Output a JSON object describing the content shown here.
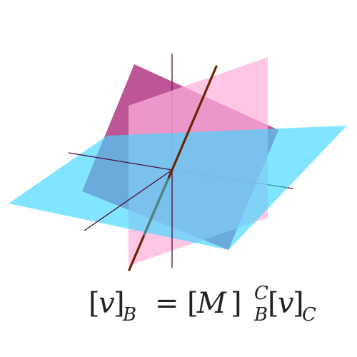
{
  "formula": {
    "open_bracket": "[",
    "vector": "v",
    "close_bracket": "]",
    "subscript_left": "B",
    "equals": "=",
    "matrix": "M",
    "matrix_superscript": "C",
    "matrix_subscript": "B",
    "vector_subscript": "C"
  },
  "colors": {
    "cyan_plane": "#5fe1ff",
    "magenta_plane": "#a3146e",
    "pink_plane": "#ffb8e0",
    "axis": "#4a0f3a",
    "line": "#6b2400",
    "background": "#ffffff"
  }
}
